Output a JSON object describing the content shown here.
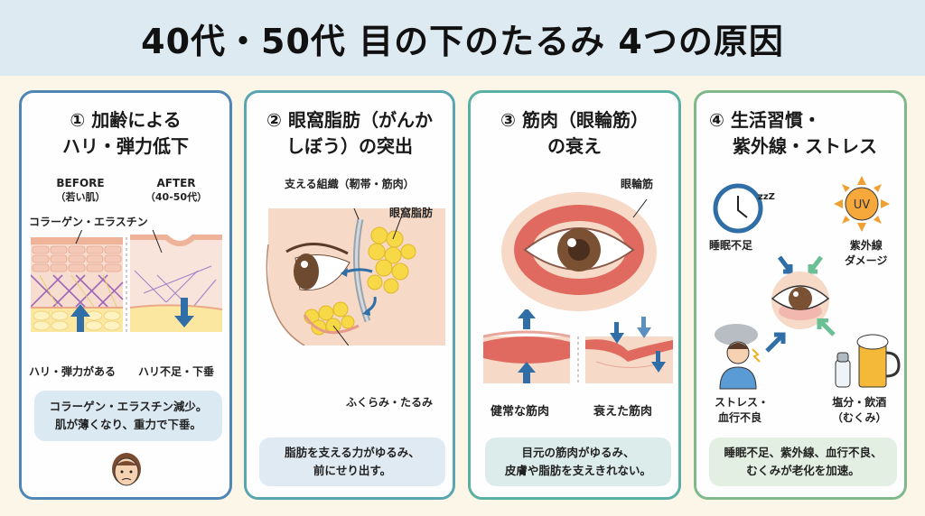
{
  "header": {
    "title": "40代・50代 目の下のたるみ 4つの原因"
  },
  "cards": [
    {
      "title_line1": "① 加齢による",
      "title_line2": "ハリ・弾力低下",
      "before_label": "BEFORE",
      "before_sub": "（若い肌）",
      "after_label": "AFTER",
      "after_sub": "（40-50代）",
      "pointer_label": "コラーゲン・エラスチン",
      "left_caption": "ハリ・弾力がある",
      "right_caption": "ハリ不足・下垂",
      "note_line1": "コラーゲン・エラスチン減少。",
      "note_line2": "肌が薄くなり、重力で下垂。",
      "icon": "worried-face-icon"
    },
    {
      "title_line1": "② 眼窩脂肪（がんか",
      "title_line2": "しぼう）の突出",
      "support_label": "支える組織（靭帯・筋肉）",
      "fat_label": "眼窩脂肪",
      "bulge_label": "ふくらみ・たるみ",
      "note_line1": "脂肪を支える力がゆるみ、",
      "note_line2": "前にせり出す。"
    },
    {
      "title_line1": "③ 筋肉（眼輪筋）",
      "title_line2": "の衰え",
      "muscle_label": "眼輪筋",
      "left_caption": "健常な筋肉",
      "right_caption": "衰えた筋肉",
      "note_line1": "目元の筋肉がゆるみ、",
      "note_line2": "皮膚や脂肪を支えきれない。"
    },
    {
      "title_line1": "④ 生活習慣・",
      "title_line2": "紫外線・ストレス",
      "sleep_label": "睡眠不足",
      "zzz": "zzZ",
      "uv_text": "UV",
      "uv_label_line1": "紫外線",
      "uv_label_line2": "ダメージ",
      "stress_label_line1": "ストレス・",
      "stress_label_line2": "血行不良",
      "salt_label_line1": "塩分・飲酒",
      "salt_label_line2": "（むくみ）",
      "note_line1": "睡眠不足、紫外線、血行不良、",
      "note_line2": "むくみが老化を加速。"
    }
  ],
  "colors": {
    "header_bg": "#deeaf1",
    "page_bg": "#fbf6e8",
    "card1_border": "#4f86b3",
    "card2_border": "#5aa6b0",
    "card3_border": "#5ab0a2",
    "card4_border": "#7fb88a",
    "arrow_blue": "#2f6ea6",
    "arrow_green": "#6bbf95"
  }
}
